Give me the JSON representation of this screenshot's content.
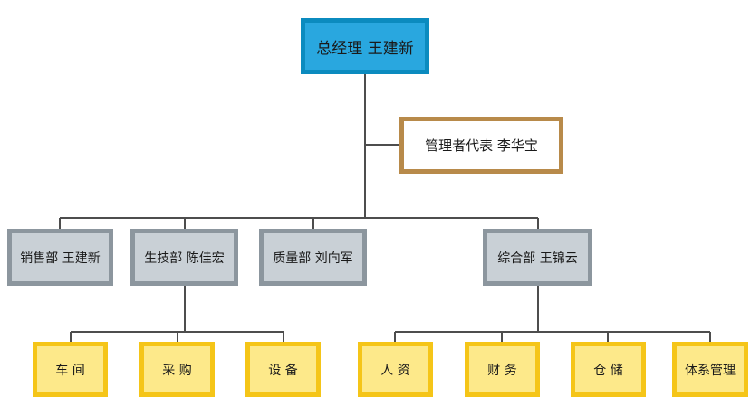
{
  "top": {
    "label": "总经理 王建新"
  },
  "representative": {
    "label": "管理者代表 李华宝"
  },
  "departments": [
    {
      "label": "销售部 王建新"
    },
    {
      "label": "生技部 陈佳宏"
    },
    {
      "label": "质量部 刘向军"
    },
    {
      "label": "综合部 王锦云"
    }
  ],
  "units": [
    {
      "label": "车 间"
    },
    {
      "label": "采 购"
    },
    {
      "label": "设 备"
    },
    {
      "label": "人 资"
    },
    {
      "label": "财 务"
    },
    {
      "label": "仓 储"
    },
    {
      "label": "体系管理"
    }
  ],
  "colors": {
    "line": "#4d4d4d",
    "top_fill": "#29a7df",
    "top_border": "#0b8bbf",
    "rep_border": "#b88a4a",
    "dept_fill": "#c9d0d6",
    "dept_border": "#8c969e",
    "unit_fill": "#fde98a",
    "unit_border": "#f5c518"
  }
}
